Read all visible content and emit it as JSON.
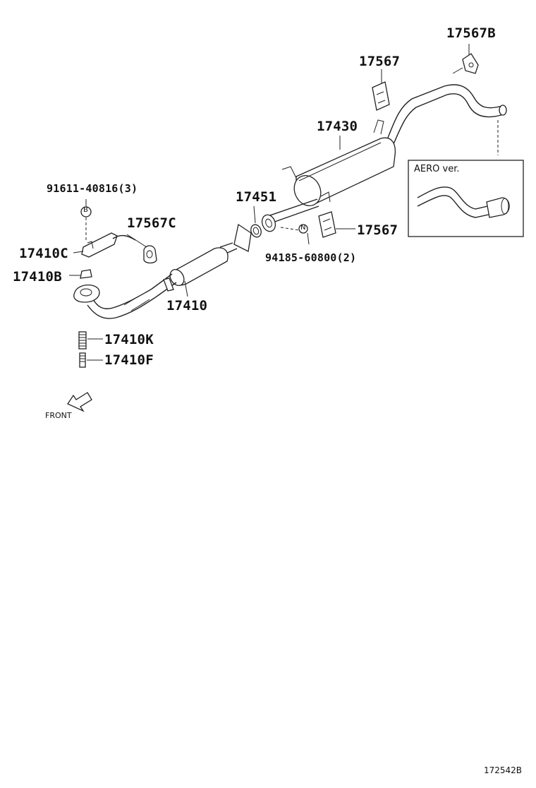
{
  "labels": {
    "p17567B": "17567B",
    "p17567_top": "17567",
    "p17430": "17430",
    "p91611": "91611-40816(3)",
    "p17451": "17451",
    "p17567C": "17567C",
    "p17567_right": "17567",
    "p17410C": "17410C",
    "p94185": "94185-60800(2)",
    "p17410B": "17410B",
    "p17410": "17410",
    "p17410K": "17410K",
    "p17410F": "17410F"
  },
  "callouts": {
    "b": "B",
    "n": "N"
  },
  "inset": {
    "title": "AERO ver."
  },
  "front": "FRONT",
  "diagram_code": "172542B",
  "icons": [
    "front-arrow-icon"
  ]
}
